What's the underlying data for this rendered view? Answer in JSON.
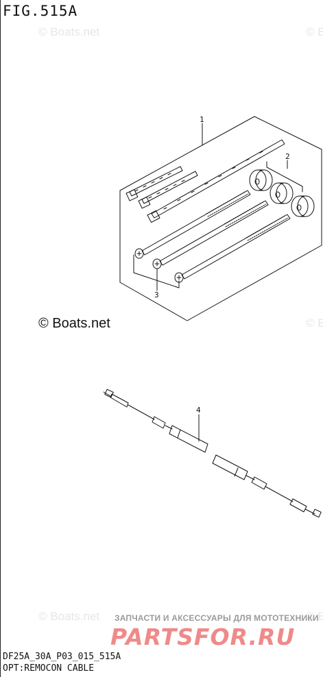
{
  "figure": {
    "title": "FIG.515A"
  },
  "watermarks": {
    "small": [
      "© Boats.net",
      "© B",
      "© B",
      "© Boats.net",
      "© B"
    ],
    "main": "© Boats.net"
  },
  "callouts": [
    "1",
    "2",
    "3",
    "4"
  ],
  "brand": {
    "tagline": "ЗАПЧАСТИ И АКСЕССУАРЫ ДЛЯ МОТОТЕХНИКИ",
    "logo": "PARTSFOR.RU"
  },
  "footer": {
    "code": "DF25A_30A_P03_015_515A",
    "description": "OPT:REMOCON CABLE"
  },
  "colors": {
    "line": "#111111",
    "watermark": "#e6e6e6",
    "logo": "#ef8a8a",
    "tagline": "#9a9a9a"
  }
}
